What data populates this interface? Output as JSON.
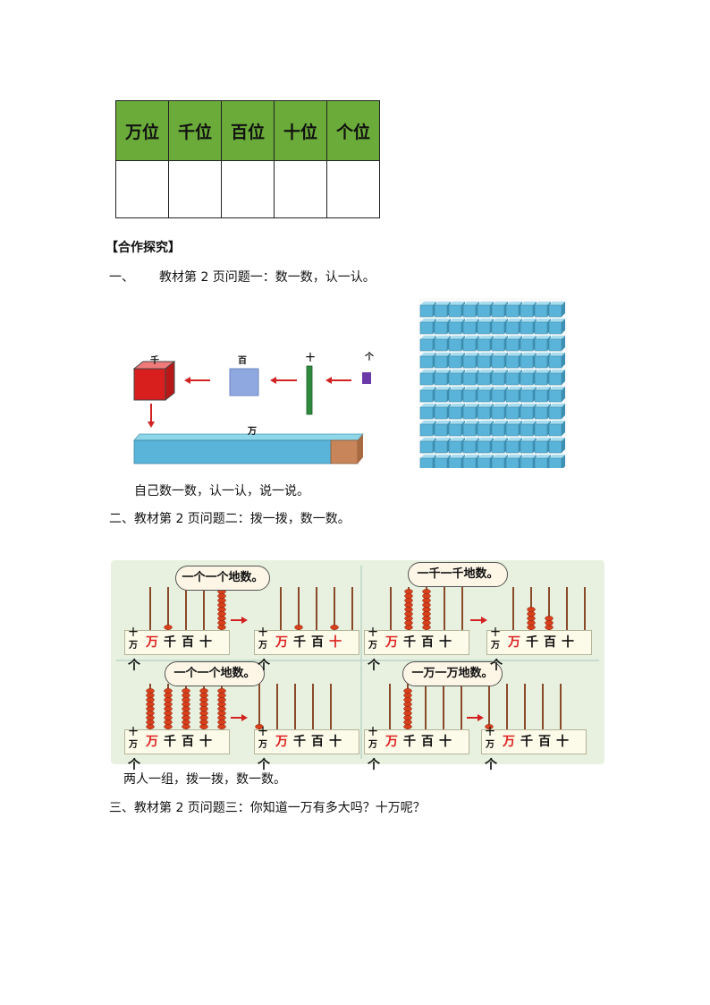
{
  "table": {
    "headers": [
      "万位",
      "千位",
      "百位",
      "十位",
      "个位"
    ],
    "header_color": "#6aab3a"
  },
  "section_title": "【合作探究】",
  "q1": {
    "number": "一、",
    "text": "教材第 2 页问题一：数一数，认一认。",
    "labels": {
      "thousand": "千",
      "hundred": "百",
      "ten": "十",
      "one": "个",
      "ten_thousand": "万"
    },
    "caption": "自己数一数，认一认，说一说。"
  },
  "q2": {
    "text": "二、教材第 2 页问题二：拨一拨，数一数。",
    "bubbles": [
      "一个一个地数。",
      "一千一千地数。",
      "一个一个地数。",
      "一万一万地数。"
    ],
    "base_labels": {
      "shi": "十",
      "wan_small": "万",
      "wan": "万",
      "qian": "千",
      "bai": "百",
      "shi2": "十",
      "ge": "个"
    },
    "caption": "两人一组，拨一拨，数一数。"
  },
  "q3": {
    "text": "三、教材第 2 页问题三：你知道一万有多大吗？十万呢？"
  },
  "colors": {
    "cube_blue": "#5ab3d8",
    "thousand_red": "#d91e1e",
    "hundred_blue": "#8fa8e0",
    "ten_green": "#2e8b3e",
    "one_purple": "#6a3aa8",
    "arrow_red": "#d22222",
    "bead_red": "#d8401c"
  }
}
